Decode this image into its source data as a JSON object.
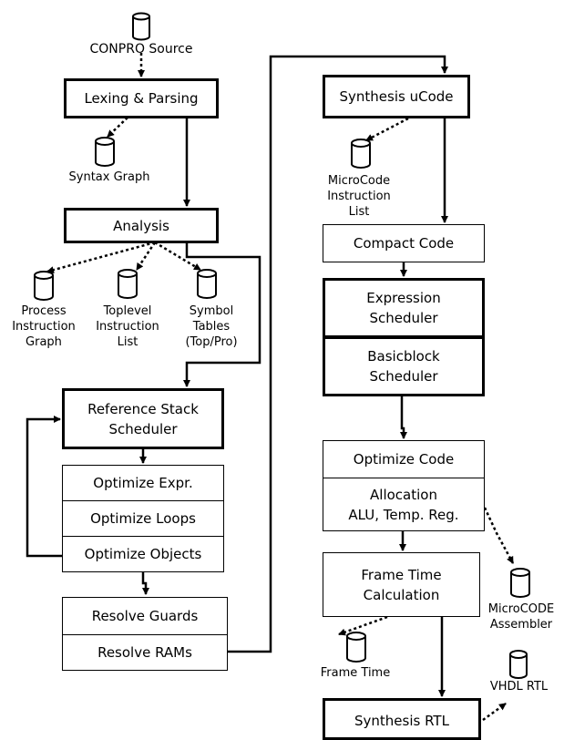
{
  "nodes": {
    "conpro_source": "CONPRO Source",
    "lexing_parsing": "Lexing & Parsing",
    "syntax_graph": "Syntax Graph",
    "analysis": "Analysis",
    "process_instruction_graph": "Process\nInstruction\nGraph",
    "toplevel_instruction_list": "Toplevel\nInstruction\nList",
    "symbol_tables": "Symbol\nTables\n(Top/Pro)",
    "reference_stack_scheduler": "Reference Stack\nScheduler",
    "optimize_expr": "Optimize Expr.",
    "optimize_loops": "Optimize Loops",
    "optimize_objects": "Optimize Objects",
    "resolve_guards": "Resolve Guards",
    "resolve_rams": "Resolve RAMs",
    "synthesis_ucode": "Synthesis uCode",
    "microcode_instruction_list": "MicroCode\nInstruction\nList",
    "compact_code": "Compact Code",
    "expression_scheduler": "Expression\nScheduler",
    "basicblock_scheduler": "Basicblock\nScheduler",
    "optimize_code": "Optimize Code",
    "allocation": "Allocation\nALU, Temp. Reg.",
    "frame_time_calculation": "Frame Time\nCalculation",
    "microcode_assembler": "MicroCODE\nAssembler",
    "frame_time": "Frame Time",
    "vhdl_rtl": "VHDL RTL",
    "synthesis_rtl": "Synthesis RTL"
  }
}
